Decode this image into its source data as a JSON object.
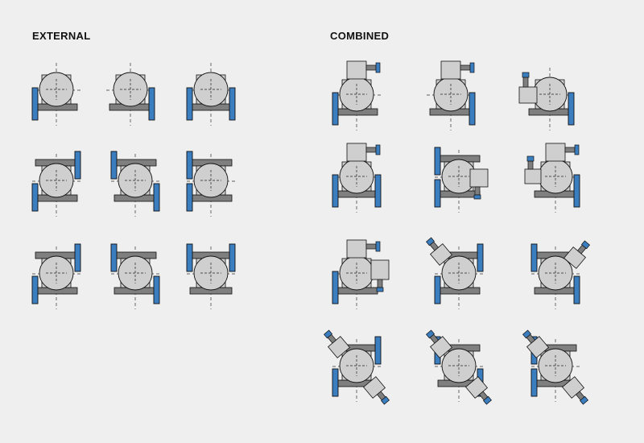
{
  "headings": {
    "external": "EXTERNAL",
    "combined": "COMBINED"
  },
  "colors": {
    "background": "#efefef",
    "blue": "#3b7ec0",
    "gray_dark": "#7f7f7f",
    "gray_light": "#cfcfcf",
    "stroke": "#111111"
  },
  "external_diagrams": [
    {
      "name": "ext-r1c1",
      "bars": [
        "bottom"
      ],
      "blue": [
        "left"
      ]
    },
    {
      "name": "ext-r1c2",
      "bars": [
        "bottom"
      ],
      "blue": [
        "right"
      ]
    },
    {
      "name": "ext-r1c3",
      "bars": [
        "bottom"
      ],
      "blue": [
        "left",
        "right"
      ]
    },
    {
      "name": "ext-r2c1",
      "bars": [
        "top",
        "bottom"
      ],
      "blue": [
        "right-top",
        "left-bottom"
      ]
    },
    {
      "name": "ext-r2c2",
      "bars": [
        "top",
        "bottom"
      ],
      "blue": [
        "left-top",
        "right-bottom"
      ]
    },
    {
      "name": "ext-r2c3",
      "bars": [
        "top",
        "bottom"
      ],
      "blue": [
        "left-top",
        "left-bottom"
      ]
    },
    {
      "name": "ext-r3c1",
      "bars": [
        "top",
        "bottom"
      ],
      "blue": [
        "right-top",
        "left-bottom"
      ]
    },
    {
      "name": "ext-r3c2",
      "bars": [
        "top",
        "bottom"
      ],
      "blue": [
        "left-top",
        "right-bottom"
      ]
    },
    {
      "name": "ext-r3c3",
      "bars": [
        "top",
        "bottom"
      ],
      "blue": [
        "left-top",
        "right-top"
      ]
    }
  ],
  "combined_diagrams": [
    {
      "name": "comb-r1c1",
      "bars": [
        "bottom"
      ],
      "blue": [
        "left"
      ],
      "motor": "top"
    },
    {
      "name": "comb-r1c2",
      "bars": [
        "bottom"
      ],
      "blue": [
        "right"
      ],
      "motor": "top"
    },
    {
      "name": "comb-r1c3",
      "bars": [
        "bottom"
      ],
      "blue": [
        "right"
      ],
      "motor": "left"
    },
    {
      "name": "comb-r2c1",
      "bars": [
        "bottom"
      ],
      "blue": [
        "left",
        "right"
      ],
      "motor": "top"
    },
    {
      "name": "comb-r2c2",
      "bars": [
        "top",
        "bottom"
      ],
      "blue": [
        "left-top",
        "left-bottom"
      ],
      "motor": "right"
    },
    {
      "name": "comb-r2c3",
      "bars": [
        "bottom"
      ],
      "blue": [
        "right"
      ],
      "motor": "top-left"
    },
    {
      "name": "comb-r3c1",
      "bars": [
        "bottom"
      ],
      "blue": [
        "left"
      ],
      "motor": "top-right"
    },
    {
      "name": "comb-r3c2",
      "bars": [
        "top",
        "bottom"
      ],
      "blue": [
        "right-top",
        "left-bottom"
      ],
      "motor": "diag-top-left"
    },
    {
      "name": "comb-r3c3",
      "bars": [
        "top",
        "bottom"
      ],
      "blue": [
        "left-top",
        "right-bottom"
      ],
      "motor": "diag-top-right"
    },
    {
      "name": "comb-r4c1",
      "bars": [
        "top",
        "bottom"
      ],
      "blue": [
        "right-top",
        "left-bottom"
      ],
      "motor": "diag-double"
    },
    {
      "name": "comb-r4c2",
      "bars": [
        "top",
        "bottom"
      ],
      "blue": [
        "left-top",
        "right-bottom"
      ],
      "motor": "diag-double"
    },
    {
      "name": "comb-r4c3",
      "bars": [
        "top",
        "bottom"
      ],
      "blue": [
        "left-top",
        "left-bottom"
      ],
      "motor": "diag-double"
    }
  ]
}
